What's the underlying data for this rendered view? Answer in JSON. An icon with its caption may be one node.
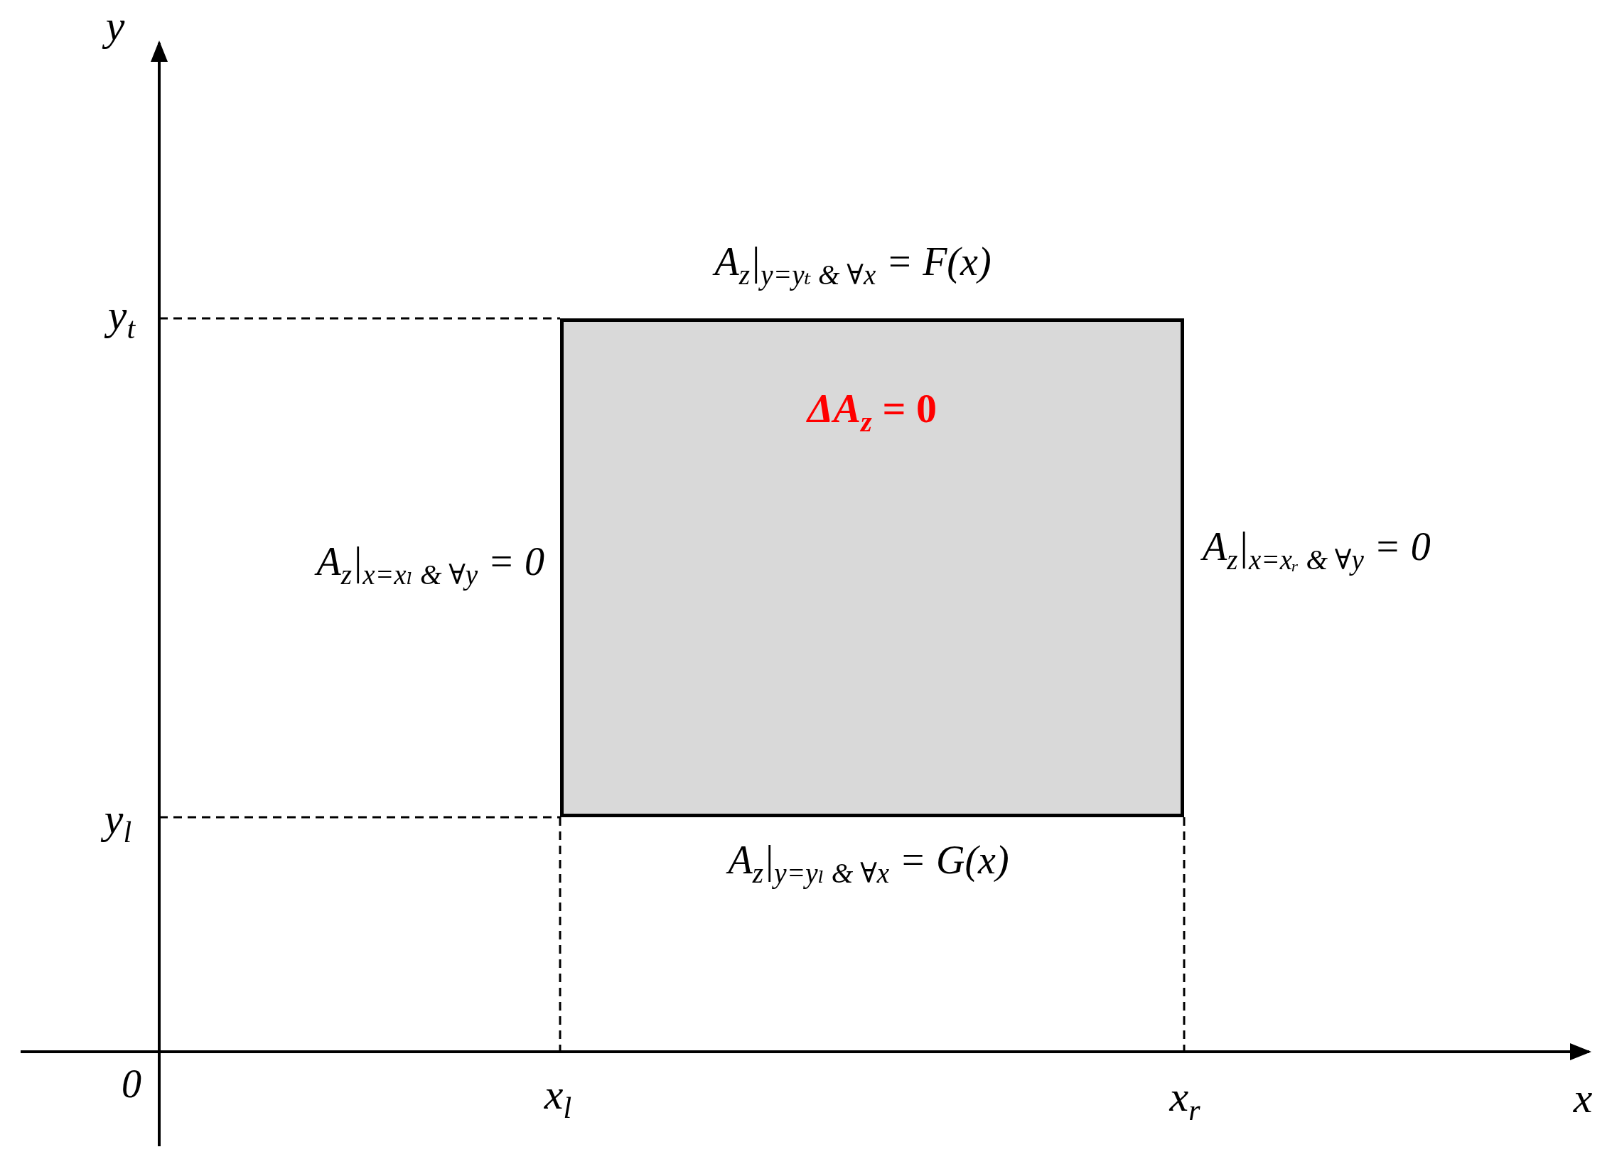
{
  "diagram": {
    "nodes": [
      {
        "text": [
          "*ΔA*$_{z}$ = 0"
        ]
      }
    ],
    "labels": [
      "y",
      "A$_{z}$|$_{y=yₜ & ∀x}$ = F(x)",
      "y$_{t}$",
      "A$_{z}$|$_{x=xₗ & ∀y}$ = 0",
      "A$_{z}$|$_{x=xᵣ & ∀y}$ = 0",
      "y$_{l}$",
      "A$_{z}$|$_{y=yₗ & ∀x}$ = G(x)",
      "0",
      "x$_{l}$",
      "x$_{r}$",
      "x"
    ]
  }
}
